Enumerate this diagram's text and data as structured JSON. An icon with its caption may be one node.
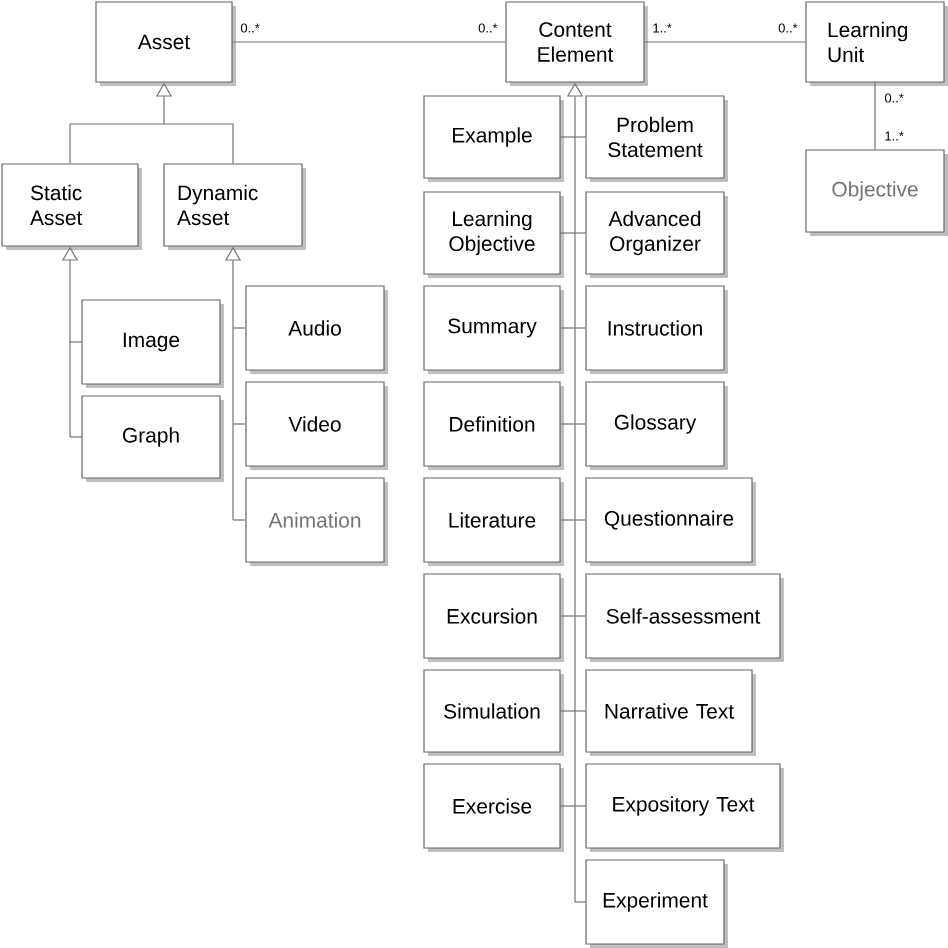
{
  "diagram": {
    "nodes": [
      {
        "text": [
          "Asset"
        ]
      },
      {
        "text": [
          "Content Element"
        ]
      },
      {
        "text": [
          "Learning Unit"
        ]
      },
      {
        "text": [
          "Static Asset"
        ]
      },
      {
        "text": [
          "Dynamic Asset"
        ]
      },
      {
        "text": [
          "Objective"
        ]
      },
      {
        "text": [
          "Image"
        ]
      },
      {
        "text": [
          "Graph"
        ]
      },
      {
        "text": [
          "Audio"
        ]
      },
      {
        "text": [
          "Video"
        ]
      },
      {
        "text": [
          "Animation"
        ]
      },
      {
        "text": [
          "Example"
        ]
      },
      {
        "text": [
          "Problem Statement"
        ]
      },
      {
        "text": [
          "Learning Objective"
        ]
      },
      {
        "text": [
          "Advanced Organizer"
        ]
      },
      {
        "text": [
          "Summary"
        ]
      },
      {
        "text": [
          "Instruction"
        ]
      },
      {
        "text": [
          "Definition"
        ]
      },
      {
        "text": [
          "Glossary"
        ]
      },
      {
        "text": [
          "Literature"
        ]
      },
      {
        "text": [
          "Questionnaire"
        ]
      },
      {
        "text": [
          "Excursion"
        ]
      },
      {
        "text": [
          "Self-assessment"
        ]
      },
      {
        "text": [
          "Simulation"
        ]
      },
      {
        "text": [
          "Narrative Text"
        ]
      },
      {
        "text": [
          "Exercise"
        ]
      },
      {
        "text": [
          "Expository Text"
        ]
      },
      {
        "text": [
          "Experiment"
        ]
      }
    ],
    "edges": [
      {
        "from": 0,
        "to": 1,
        "arrow": "none"
      },
      {
        "from": 1,
        "to": 2,
        "arrow": "none"
      },
      {
        "from": 2,
        "to": 5,
        "arrow": "none"
      },
      {
        "from": 3,
        "to": 0,
        "arrow": "to"
      },
      {
        "from": 4,
        "to": 0,
        "arrow": "to"
      },
      {
        "from": 6,
        "to": 3,
        "arrow": "to"
      },
      {
        "from": 7,
        "to": 3,
        "arrow": "to"
      },
      {
        "from": 8,
        "to": 4,
        "arrow": "to"
      },
      {
        "from": 9,
        "to": 4,
        "arrow": "to"
      },
      {
        "from": 10,
        "to": 4,
        "arrow": "to"
      },
      {
        "from": 11,
        "to": 1,
        "arrow": "to"
      },
      {
        "from": 12,
        "to": 1,
        "arrow": "to"
      },
      {
        "from": 13,
        "to": 1,
        "arrow": "to"
      },
      {
        "from": 14,
        "to": 1,
        "arrow": "to"
      },
      {
        "from": 15,
        "to": 1,
        "arrow": "to"
      },
      {
        "from": 16,
        "to": 1,
        "arrow": "to"
      },
      {
        "from": 17,
        "to": 1,
        "arrow": "to"
      },
      {
        "from": 18,
        "to": 1,
        "arrow": "to"
      },
      {
        "from": 19,
        "to": 1,
        "arrow": "to"
      },
      {
        "from": 20,
        "to": 1,
        "arrow": "to"
      },
      {
        "from": 21,
        "to": 1,
        "arrow": "to"
      },
      {
        "from": 22,
        "to": 1,
        "arrow": "to"
      },
      {
        "from": 23,
        "to": 1,
        "arrow": "to"
      },
      {
        "from": 24,
        "to": 1,
        "arrow": "to"
      },
      {
        "from": 25,
        "to": 1,
        "arrow": "to"
      },
      {
        "from": 26,
        "to": 1,
        "arrow": "to"
      },
      {
        "from": 27,
        "to": 1,
        "arrow": "to"
      }
    ],
    "labels": [
      "0..*",
      "0..*",
      "1..*",
      "0..*",
      "0..*",
      "1..*"
    ]
  }
}
